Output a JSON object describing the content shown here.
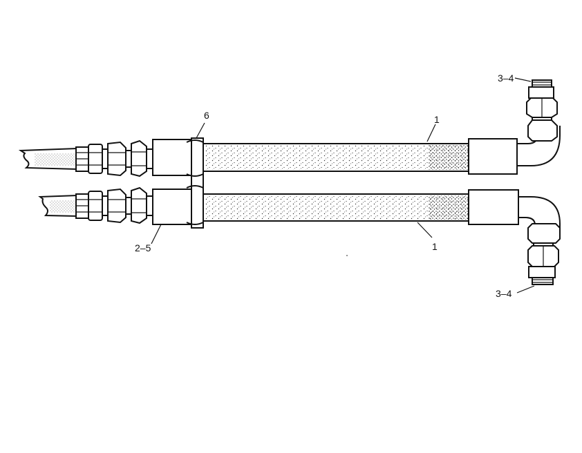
{
  "callouts": {
    "upper_elbow": "3–4",
    "lower_elbow": "3–4",
    "upper_hose": "1",
    "lower_hose": "1",
    "bracket": "6",
    "lower_fitting": "2–5"
  },
  "colors": {
    "line": "#111111",
    "background": "#ffffff",
    "stipple": "#333333"
  }
}
